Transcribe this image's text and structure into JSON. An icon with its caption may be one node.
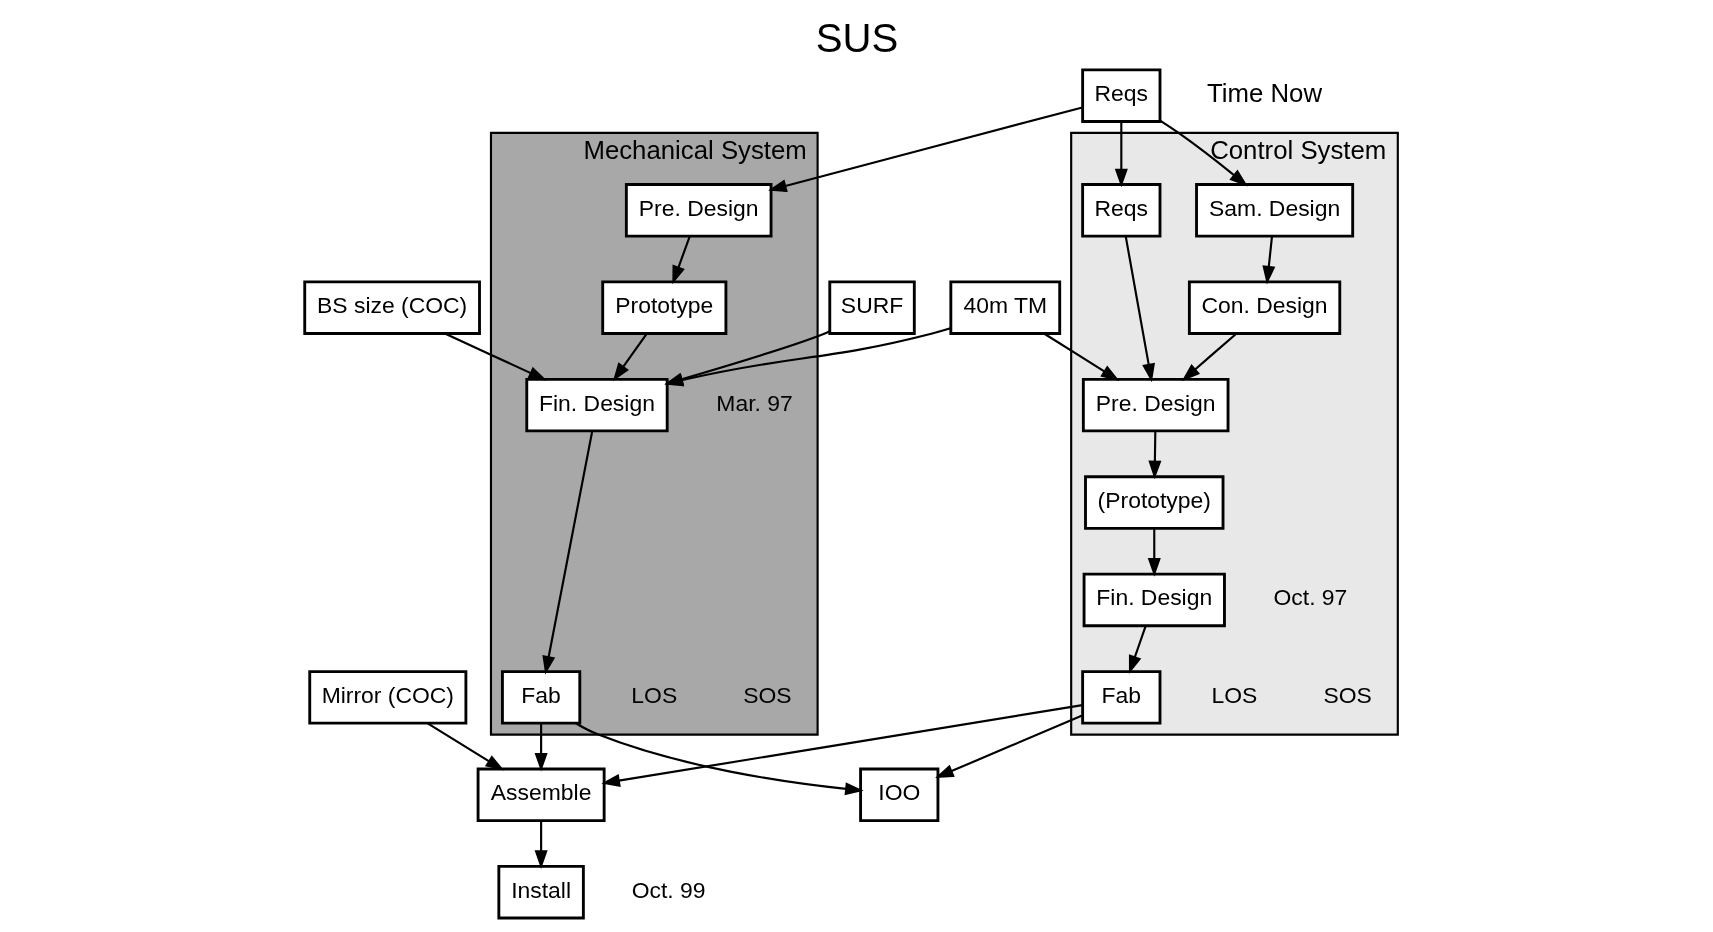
{
  "diagram": {
    "title": "SUS",
    "nodes": [
      {
        "text": [
          "Control System"
        ]
      },
      {
        "text": [
          "Mechanical System"
        ]
      },
      {
        "text": [
          "Reqs"
        ]
      },
      {
        "text": [
          "Sam. Design"
        ],
        "in": 0
      },
      {
        "text": [
          "Con. Design"
        ],
        "in": 0
      },
      {
        "text": [
          "Reqs"
        ],
        "in": 0
      },
      {
        "text": [
          "Pre. Design"
        ],
        "in": 0
      },
      {
        "text": [
          "(Prototype)"
        ],
        "in": 0
      },
      {
        "text": [
          "Fin. Design"
        ],
        "in": 0,
        "beside": [
          "Oct. 97"
        ]
      },
      {
        "text": [
          "Fab"
        ],
        "in": 0,
        "beside": [
          "SOS",
          "LOS"
        ]
      },
      {
        "text": [
          "Pre. Design"
        ],
        "in": 1
      },
      {
        "text": [
          "Prototype"
        ],
        "in": 1
      },
      {
        "text": [
          "Fin. Design"
        ],
        "in": 1,
        "beside": [
          "Mar. 97"
        ]
      },
      {
        "text": [
          "Fab"
        ],
        "in": 1,
        "beside": [
          "SOS",
          "LOS"
        ]
      },
      {
        "text": [
          "40m TM"
        ]
      },
      {
        "text": [
          "SURF"
        ]
      },
      {
        "text": [
          "BS size (COC)"
        ]
      },
      {
        "text": [
          "Mirror (COC)"
        ]
      },
      {
        "text": [
          "Assemble"
        ]
      },
      {
        "text": [
          "IOO"
        ]
      },
      {
        "text": [
          "Install"
        ],
        "beside": [
          "Oct. 99"
        ]
      }
    ],
    "edges": [
      {
        "from": 2,
        "to": 3,
        "arrow": "to"
      },
      {
        "from": 2,
        "to": 10,
        "arrow": "to"
      },
      {
        "from": 2,
        "to": 5,
        "arrow": "to"
      },
      {
        "from": 3,
        "to": 4,
        "arrow": "to"
      },
      {
        "from": 4,
        "to": 6,
        "arrow": "to"
      },
      {
        "from": 5,
        "to": 6,
        "arrow": "to"
      },
      {
        "from": 14,
        "to": 6,
        "arrow": "to"
      },
      {
        "from": 6,
        "to": 7,
        "arrow": "to"
      },
      {
        "from": 7,
        "to": 8,
        "arrow": "to"
      },
      {
        "from": 8,
        "to": 9,
        "arrow": "to"
      },
      {
        "from": 10,
        "to": 11,
        "arrow": "to"
      },
      {
        "from": 11,
        "to": 12,
        "arrow": "to"
      },
      {
        "from": 14,
        "to": 12,
        "arrow": "to"
      },
      {
        "from": 15,
        "to": 12,
        "arrow": "to"
      },
      {
        "from": 16,
        "to": 12,
        "arrow": "to"
      },
      {
        "from": 12,
        "to": 13,
        "arrow": "to"
      },
      {
        "from": 9,
        "to": 19,
        "arrow": "to"
      },
      {
        "from": 9,
        "to": 18,
        "arrow": "to"
      },
      {
        "from": 13,
        "to": 19,
        "arrow": "to"
      },
      {
        "from": 13,
        "to": 18,
        "arrow": "to"
      },
      {
        "from": 17,
        "to": 18,
        "arrow": "to"
      },
      {
        "from": 18,
        "to": 20,
        "arrow": "to"
      }
    ],
    "labels": [
      "Time Now"
    ]
  }
}
